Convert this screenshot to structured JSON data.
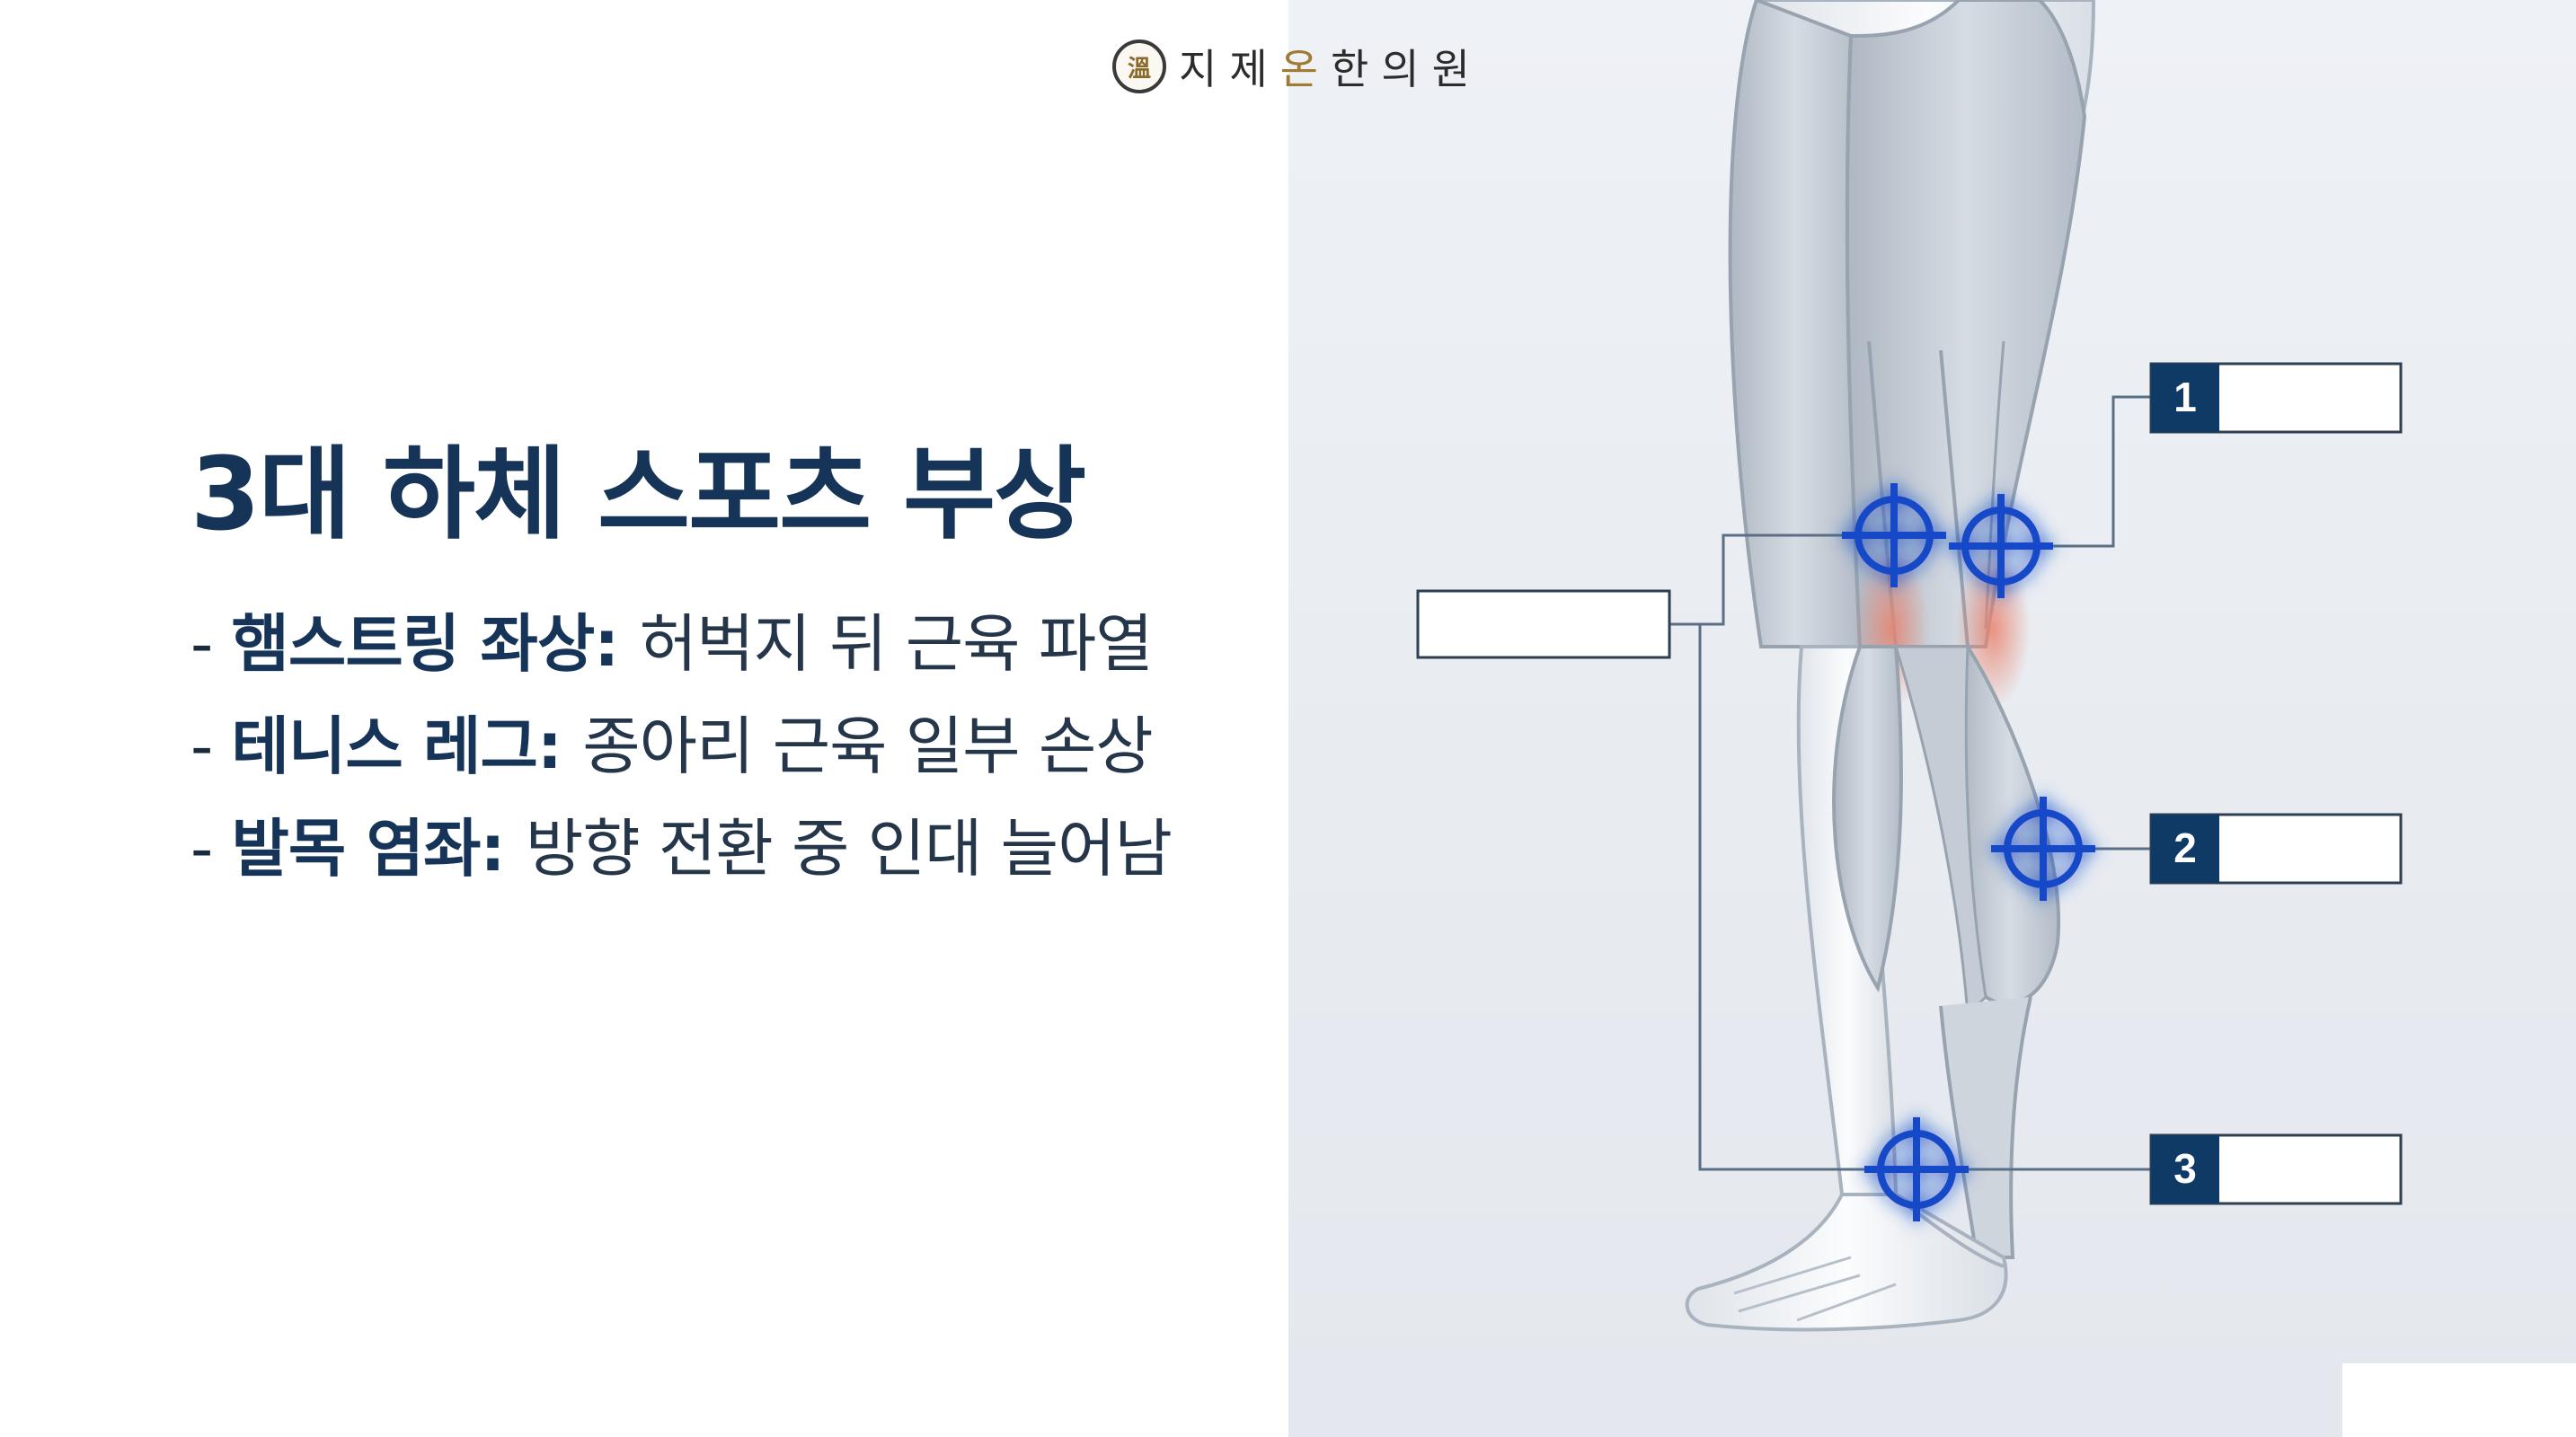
{
  "brand": {
    "seal_char": "溫",
    "name_part1": "지제",
    "name_highlight": "온",
    "name_part2": "한의원"
  },
  "title": "3대 하체 스포츠 부상",
  "injuries": [
    {
      "dash": "- ",
      "term": "햄스트링 좌상",
      "colon": ": ",
      "desc": "허벅지 뒤 근육 파열"
    },
    {
      "dash": "- ",
      "term": "테니스 레그",
      "colon": ": ",
      "desc": "종아리 근육 일부 손상"
    },
    {
      "dash": "- ",
      "term": "발목 염좌",
      "colon": ": ",
      "desc": "방향 전환 중 인대 늘어남"
    }
  ],
  "callouts": [
    {
      "number": "1",
      "label": ""
    },
    {
      "number": "2",
      "label": ""
    },
    {
      "number": "3",
      "label": ""
    }
  ],
  "colors": {
    "title": "#163458",
    "badge": "#0f3a66",
    "target": "#1448c8",
    "target_glow": "#4f8cff",
    "leader_line": "#5a6f86",
    "muscle": "#c9d0d9",
    "bone": "#eef1f4",
    "strain": "#e38a7a"
  }
}
